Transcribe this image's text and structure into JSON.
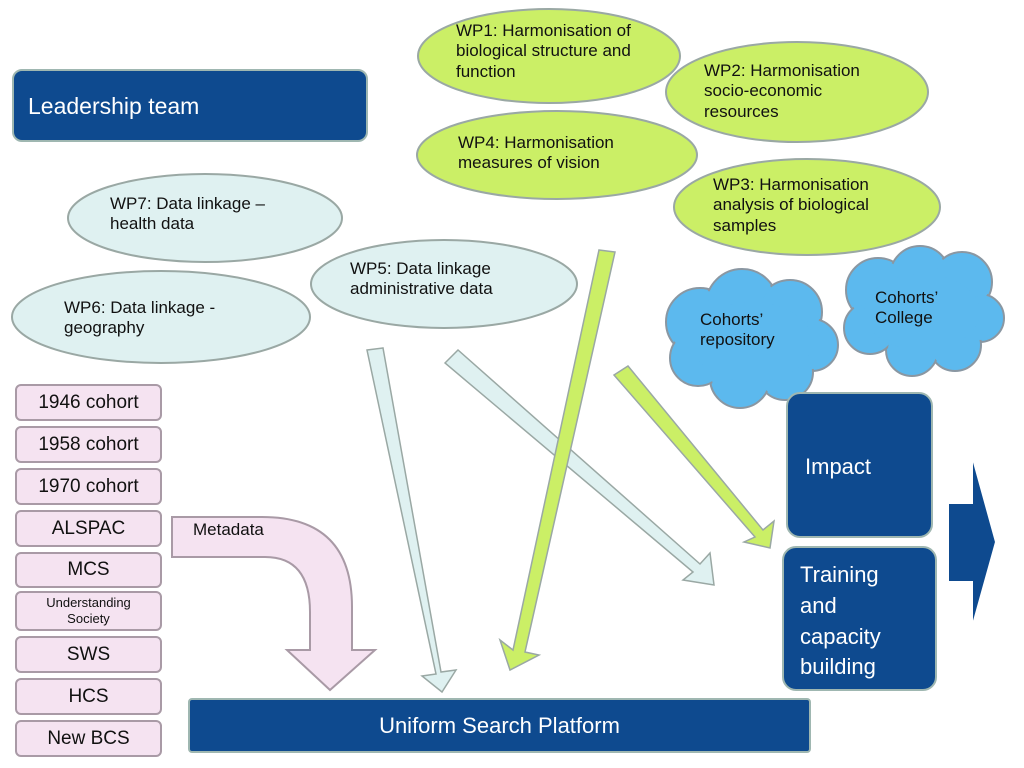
{
  "leadership": "Leadership team",
  "work_packages": {
    "wp1": "WP1: Harmonisation of\nbiological structure and\nfunction",
    "wp2": "WP2: Harmonisation\nsocio-economic\nresources",
    "wp3": "WP3: Harmonisation\nanalysis of biological\nsamples",
    "wp4": "WP4: Harmonisation\nmeasures of vision",
    "wp5": "WP5: Data linkage\nadministrative data",
    "wp6": "WP6: Data linkage -\ngeography",
    "wp7": "WP7: Data linkage –\nhealth data"
  },
  "clouds": {
    "repository": "Cohorts’\nrepository",
    "college": "Cohorts’\nCollege"
  },
  "cohorts": [
    "1946 cohort",
    "1958 cohort",
    "1970 cohort",
    "ALSPAC",
    "MCS",
    "Understanding\nSociety",
    "SWS",
    "HCS",
    "New BCS"
  ],
  "metadata": "Metadata",
  "impact": "Impact",
  "training": "Training\nand\ncapacity\nbuilding",
  "platform": "Uniform Search Platform",
  "colors": {
    "navy": "#0e4a8f",
    "lime": "#cbef66",
    "pale_teal": "#dff1f1",
    "sky_cloud": "#5cb9ee",
    "pink": "#f5e3f1"
  }
}
